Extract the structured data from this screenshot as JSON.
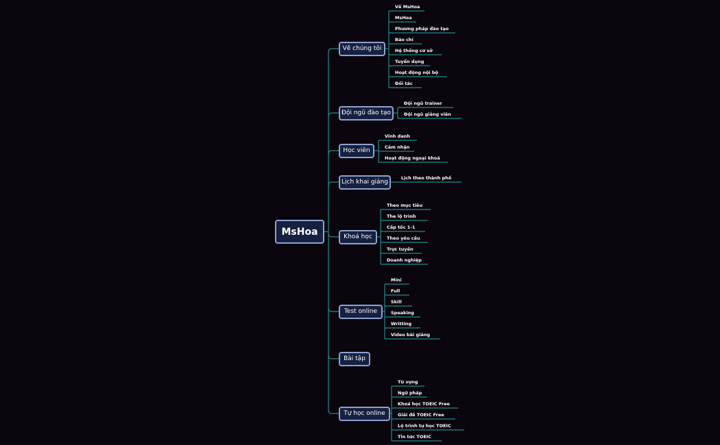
{
  "colors": {
    "background": "#0b060d",
    "node_fill": "#162040",
    "node_border": "#8fa3cf",
    "line": "#1f8c8c",
    "text": "#ffffff"
  },
  "root": {
    "label": "MsHoa"
  },
  "branches": [
    {
      "label": "Về chúng tôi",
      "children": [
        "Về MsHoa",
        "MsHoa",
        "Phương pháp đào tạo",
        "Báo chí",
        "Hệ thống cơ sở",
        "Tuyển dụng",
        "Hoạt động nội bộ",
        "Đối tác"
      ]
    },
    {
      "label": "Đội ngũ đào tạo",
      "children": [
        "Đội ngũ trainer",
        "Đội ngũ giảng viên"
      ]
    },
    {
      "label": "Học viên",
      "children": [
        "Vinh danh",
        "Cảm nhận",
        "Hoạt động ngoại khoá"
      ]
    },
    {
      "label": "Lịch khai giảng",
      "children": [
        "Lịch theo thành phố"
      ]
    },
    {
      "label": "Khoá học",
      "children": [
        "Theo mục tiêu",
        "The lộ trình",
        "Cấp tốc 1-1",
        "Theo yêu cầu",
        "Trực tuyến",
        "Doanh nghiệp"
      ]
    },
    {
      "label": "Test online",
      "children": [
        "Mini",
        "Full",
        "Skill",
        "Speaking",
        "Writting",
        "Video bài giảng"
      ]
    },
    {
      "label": "Bài tập",
      "children": []
    },
    {
      "label": "Tự học online",
      "children": [
        "Từ vựng",
        "Ngữ pháp",
        "Khoá học TOEIC Free",
        "Giải đề TOEIC Free",
        "Lộ trình tự học TOEIC",
        "Tin tức TOEIC"
      ]
    }
  ]
}
